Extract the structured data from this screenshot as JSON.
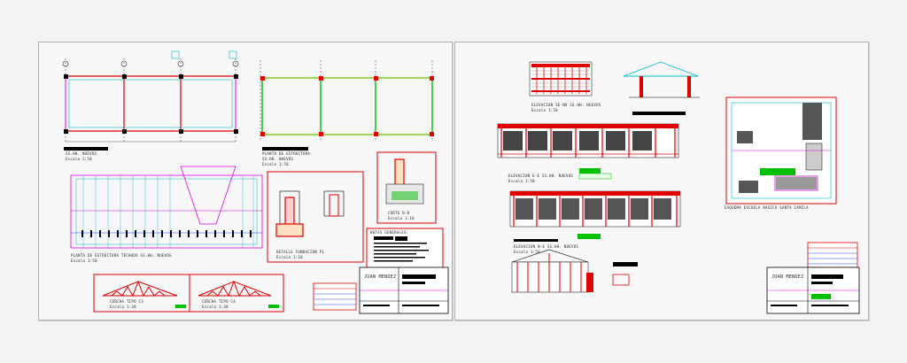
{
  "left_sheet": {
    "plans": {
      "floor_plan": {
        "title": "SS.HH. NUEVOS",
        "scale": "Escala 1:50"
      },
      "structure_plan": {
        "title": "PLANTA DE ESTRUCTURA",
        "subtitle": "SS.HH. NUEVOS",
        "scale": "Escala 1:50"
      },
      "roof_plan": {
        "title": "PLANTA DE ESTRUCTURA TECHADO SS.HH. NUEVOS",
        "scale": "Escala 1:50"
      },
      "footing_detail": {
        "title": "DETALLE FUNDACION P1",
        "scale": "Escala 1:10"
      },
      "section": {
        "title": "CORTE B-B",
        "scale": "Escala 1:10"
      },
      "truss_c3": {
        "title": "CERCHA TIPO C3",
        "scale": "Escala 1:30"
      },
      "truss_c4": {
        "title": "CERCHA TIPO C4",
        "scale": "Escala 1:30"
      },
      "notes_title": "NOTAS GENERALES:"
    },
    "title_block": {
      "author": "JUAN MENDEZ"
    }
  },
  "right_sheet": {
    "views": {
      "elev_lateral": {
        "title": "ELEVACION SE-NO SS.HH. NUEVOS",
        "scale": "Escala 1:50"
      },
      "elev_main_1": {
        "title": "ELEVACION E-E SS.HH. NUEVOS",
        "scale": "Escala 1:50"
      },
      "elev_main_2": {
        "title": "ELEVACION N-E SS.HH. NUEVOS",
        "scale": "Escala 1:50"
      },
      "site_plan": {
        "title": "ESQUEMA ESCUELA BASICA SANTA CAMILA"
      }
    },
    "title_block": {
      "author": "JUAN MENDEZ"
    }
  },
  "colors": {
    "red": "#e00000",
    "green": "#00c000",
    "magenta": "#e000e0",
    "cyan": "#00b8d0",
    "blue": "#2040ff",
    "black": "#000000"
  }
}
